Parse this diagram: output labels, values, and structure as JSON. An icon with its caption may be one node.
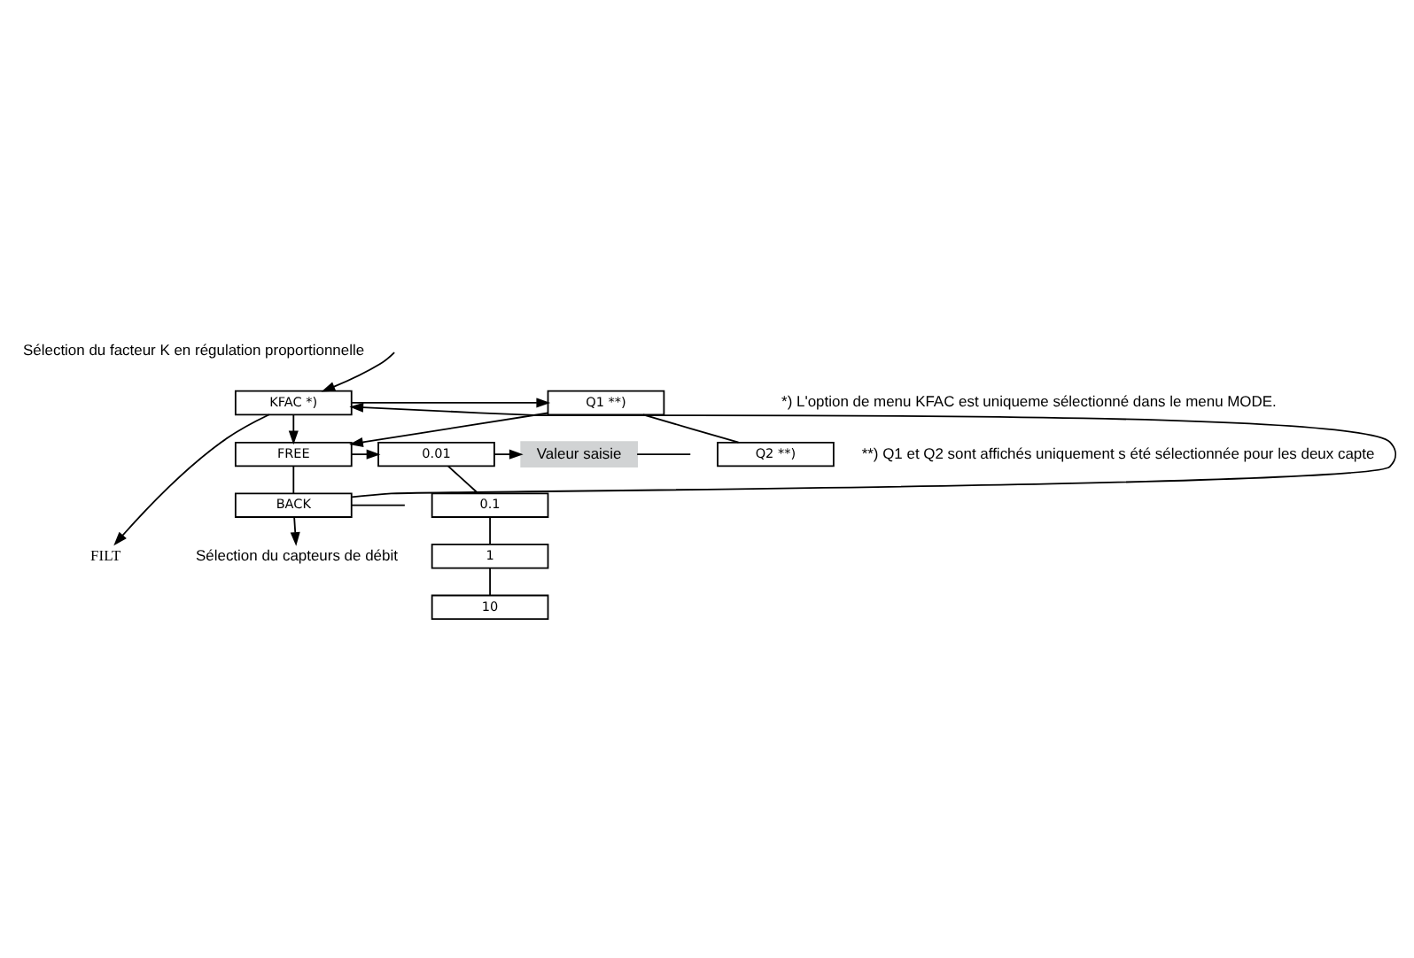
{
  "diagram": {
    "nodes": [
      {
        "text": [
          "KFAC *)"
        ]
      },
      {
        "text": [
          "Q1 **)"
        ]
      },
      {
        "text": [
          "Q2 **)"
        ]
      },
      {
        "text": [
          "FREE"
        ]
      },
      {
        "text": [
          "0.01"
        ]
      },
      {
        "text": [
          "0.1"
        ]
      },
      {
        "text": [
          "1"
        ]
      },
      {
        "text": [
          "10"
        ]
      },
      {
        "text": [
          "Valeur saisie"
        ]
      },
      {
        "text": [
          "BACK"
        ]
      },
      {
        "text": [
          "FILT"
        ]
      },
      {
        "text": [
          "Sélection du capteurs de débit"
        ]
      }
    ],
    "edges": [
      {
        "from": null,
        "to": 0,
        "arrow": "to"
      },
      {
        "from": 0,
        "to": 10,
        "arrow": "to"
      },
      {
        "from": 0,
        "to": 1,
        "arrow": "to"
      },
      {
        "from": 1,
        "to": 2,
        "arrow": "none"
      },
      {
        "from": 0,
        "to": 3,
        "arrow": "to"
      },
      {
        "from": 1,
        "to": 3,
        "arrow": "to"
      },
      {
        "from": 3,
        "to": 4,
        "arrow": "to"
      },
      {
        "from": 4,
        "to": 5,
        "arrow": "none"
      },
      {
        "from": 5,
        "to": 6,
        "arrow": "none"
      },
      {
        "from": 6,
        "to": 7,
        "arrow": "none"
      },
      {
        "from": 4,
        "to": 8,
        "arrow": "to"
      },
      {
        "from": 8,
        "to": null,
        "arrow": "none"
      },
      {
        "from": 3,
        "to": 9,
        "arrow": "none"
      },
      {
        "from": 9,
        "to": 0,
        "arrow": "to"
      },
      {
        "from": 9,
        "to": 11,
        "arrow": "to"
      },
      {
        "from": 9,
        "to": null,
        "arrow": "none"
      }
    ],
    "labels": [
      "Sélection du facteur K en régulation proportionnelle",
      "*) L'option de menu KFAC est uniqueme sélectionné dans le menu MODE.",
      "**) Q1 et Q2 sont affichés uniquement s été sélectionnée pour les deux capte"
    ]
  }
}
